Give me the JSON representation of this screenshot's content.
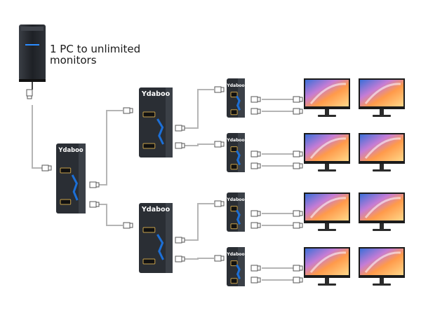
{
  "caption": {
    "text": "1 PC to unlimited\nmonitors"
  },
  "device_brand": "Ydaboo",
  "colors": {
    "cable": "#b5b5b5",
    "splitter_body": "#2a2e34",
    "port_accent": "#c8a14a",
    "led_blue": "#1c6fd6",
    "pc_body": "#23262b",
    "pc_led": "#2b8cff"
  },
  "icons": {
    "pc": "desktop-tower-icon",
    "cable": "hdmi-cable-icon",
    "splitter": "hdmi-splitter-icon",
    "monitor": "monitor-icon"
  },
  "topology": {
    "source": "pc",
    "level1_splitters": 1,
    "level2_splitters": 2,
    "level3_splitters": 4,
    "monitors": 8
  }
}
